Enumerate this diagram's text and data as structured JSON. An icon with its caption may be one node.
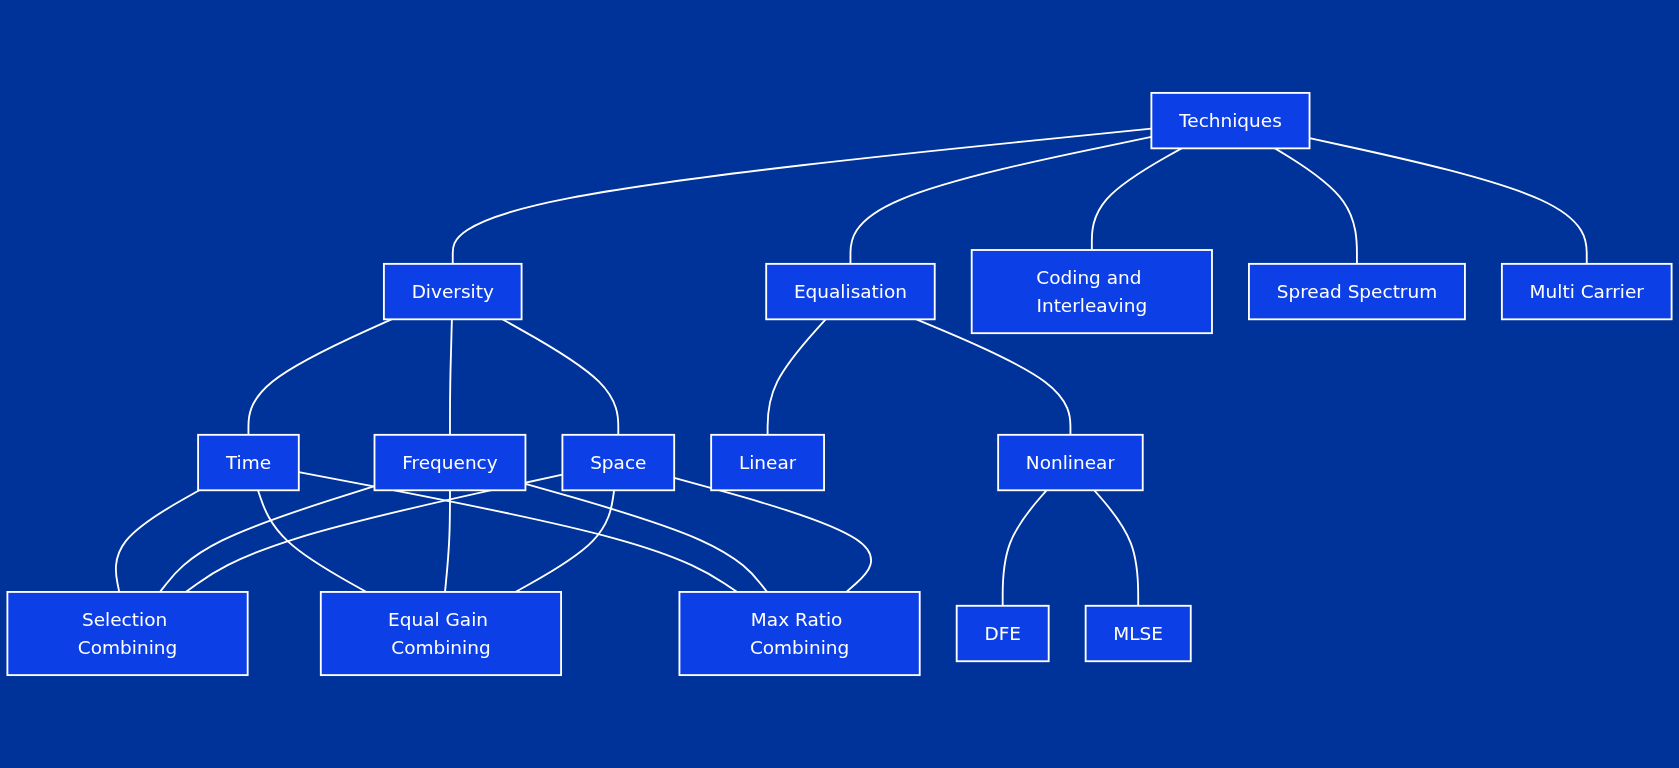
{
  "diagram": {
    "nodes": [
      {
        "text": [
          "Techniques"
        ]
      },
      {
        "text": [
          "Diversity"
        ]
      },
      {
        "text": [
          "Equalisation"
        ]
      },
      {
        "text": [
          "Coding and Interleaving"
        ]
      },
      {
        "text": [
          "Spread Spectrum"
        ]
      },
      {
        "text": [
          "Multi Carrier"
        ]
      },
      {
        "text": [
          "Time"
        ]
      },
      {
        "text": [
          "Frequency"
        ]
      },
      {
        "text": [
          "Space"
        ]
      },
      {
        "text": [
          "Linear"
        ]
      },
      {
        "text": [
          "Nonlinear"
        ]
      },
      {
        "text": [
          "Selection Combining"
        ]
      },
      {
        "text": [
          "Equal Gain Combining"
        ]
      },
      {
        "text": [
          "Max Ratio Combining"
        ]
      },
      {
        "text": [
          "DFE"
        ]
      },
      {
        "text": [
          "MLSE"
        ]
      }
    ],
    "edges": [
      {
        "from": 0,
        "to": 1,
        "arrow": "none"
      },
      {
        "from": 0,
        "to": 2,
        "arrow": "none"
      },
      {
        "from": 0,
        "to": 3,
        "arrow": "none"
      },
      {
        "from": 0,
        "to": 4,
        "arrow": "none"
      },
      {
        "from": 0,
        "to": 5,
        "arrow": "none"
      },
      {
        "from": 1,
        "to": 6,
        "arrow": "none"
      },
      {
        "from": 1,
        "to": 7,
        "arrow": "none"
      },
      {
        "from": 1,
        "to": 8,
        "arrow": "none"
      },
      {
        "from": 2,
        "to": 9,
        "arrow": "none"
      },
      {
        "from": 2,
        "to": 10,
        "arrow": "none"
      },
      {
        "from": 6,
        "to": 11,
        "arrow": "none"
      },
      {
        "from": 6,
        "to": 12,
        "arrow": "none"
      },
      {
        "from": 6,
        "to": 13,
        "arrow": "none"
      },
      {
        "from": 7,
        "to": 11,
        "arrow": "none"
      },
      {
        "from": 7,
        "to": 12,
        "arrow": "none"
      },
      {
        "from": 7,
        "to": 13,
        "arrow": "none"
      },
      {
        "from": 8,
        "to": 11,
        "arrow": "none"
      },
      {
        "from": 8,
        "to": 12,
        "arrow": "none"
      },
      {
        "from": 8,
        "to": 13,
        "arrow": "none"
      },
      {
        "from": 10,
        "to": 14,
        "arrow": "none"
      },
      {
        "from": 10,
        "to": 15,
        "arrow": "none"
      }
    ]
  }
}
